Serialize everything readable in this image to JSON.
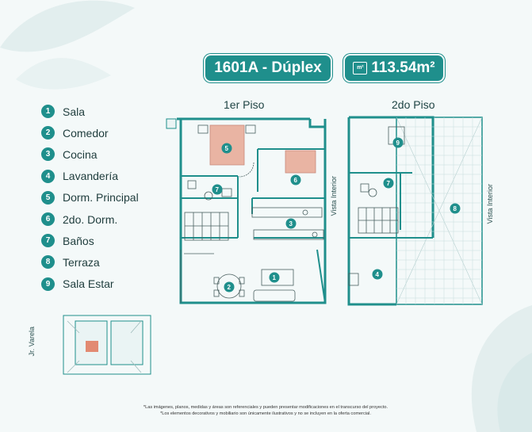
{
  "header": {
    "unit_title": "1601A - Dúplex",
    "area_label": "113.54m²",
    "area_icon": "m²"
  },
  "legend": [
    {
      "number": "1",
      "label": "Sala"
    },
    {
      "number": "2",
      "label": "Comedor"
    },
    {
      "number": "3",
      "label": "Cocina"
    },
    {
      "number": "4",
      "label": "Lavandería"
    },
    {
      "number": "5",
      "label": "Dorm. Principal"
    },
    {
      "number": "6",
      "label": "2do. Dorm."
    },
    {
      "number": "7",
      "label": "Baños"
    },
    {
      "number": "8",
      "label": "Terraza"
    },
    {
      "number": "9",
      "label": "Sala Estar"
    }
  ],
  "plans": {
    "floor1": {
      "title": "1er Piso",
      "side_label": "Vista Interior"
    },
    "floor2": {
      "title": "2do Piso",
      "side_label": "Vista Interior"
    }
  },
  "key_plan": {
    "street_label": "Jr. Varela"
  },
  "colors": {
    "accent": "#1f8f8c",
    "bedroom_fill": "#e9b4a3",
    "background": "#f4f9f9"
  },
  "disclaimer": {
    "line1": "*Las imágenes, planos, medidas y áreas son referenciales y pueden presentar modificaciones en el transcurso del proyecto.",
    "line2": "*Los elementos decorativos y mobiliario son únicamente ilustrativos y no se incluyen en la oferta comercial."
  }
}
